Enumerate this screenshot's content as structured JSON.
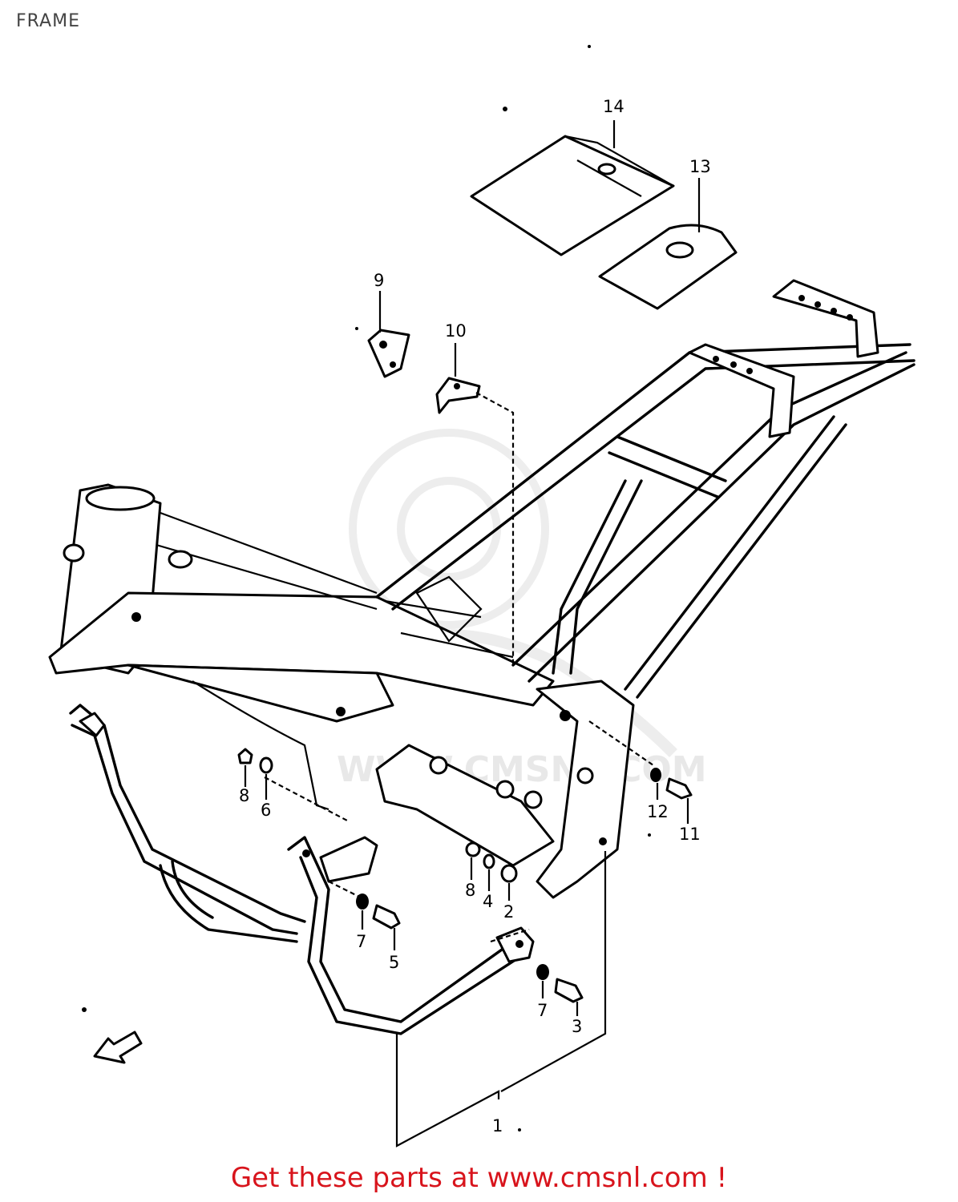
{
  "page": {
    "title": "FRAME",
    "footer": "Get these parts at www.cmsnl.com !",
    "watermark": "WWW.CMSNL.COM"
  },
  "callouts": {
    "c1": "1",
    "c2": "2",
    "c3": "3",
    "c4": "4",
    "c5": "5",
    "c6": "6",
    "c7a": "7",
    "c7b": "7",
    "c8a": "8",
    "c8b": "8",
    "c9": "9",
    "c10": "10",
    "c11": "11",
    "c12": "12",
    "c13": "13",
    "c14": "14"
  },
  "colors": {
    "footer": "#d8141c",
    "ink": "#000000",
    "watermark": "#e6e6e6"
  }
}
